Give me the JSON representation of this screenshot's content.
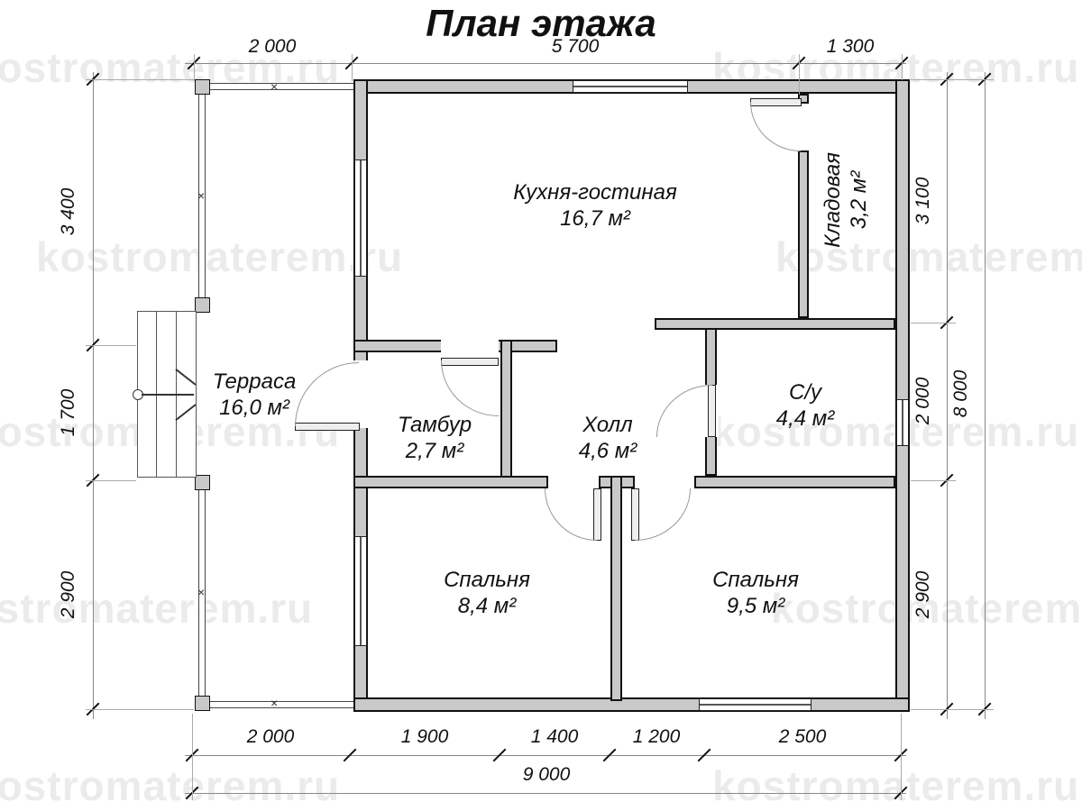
{
  "title": "План этажа",
  "watermark": "kostromaterem.ru",
  "rooms": {
    "kitchen": {
      "name": "Кухня-гостиная",
      "area": "16,7 м²"
    },
    "storage": {
      "name": "Кладовая",
      "area": "3,2 м²"
    },
    "terrace": {
      "name": "Терраса",
      "area": "16,0 м²"
    },
    "tambour": {
      "name": "Тамбур",
      "area": "2,7 м²"
    },
    "hall": {
      "name": "Холл",
      "area": "4,6 м²"
    },
    "bathroom": {
      "name": "С/у",
      "area": "4,4 м²"
    },
    "bedroom1": {
      "name": "Спальня",
      "area": "8,4 м²"
    },
    "bedroom2": {
      "name": "Спальня",
      "area": "9,5 м²"
    }
  },
  "dimensions": {
    "top": [
      "2 000",
      "5 700",
      "1 300"
    ],
    "left": [
      "3 400",
      "1 700",
      "2 900"
    ],
    "right": [
      "3 100",
      "2 000",
      "2 900"
    ],
    "right_total": "8 000",
    "bottom": [
      "2 000",
      "1 900",
      "1 400",
      "1 200",
      "2 500"
    ],
    "bottom_total": "9 000"
  },
  "colors": {
    "wall_fill": "#c9c9c9",
    "outline": "#111111",
    "dimension_line": "#888888",
    "watermark": "rgba(130,130,130,0.16)"
  }
}
